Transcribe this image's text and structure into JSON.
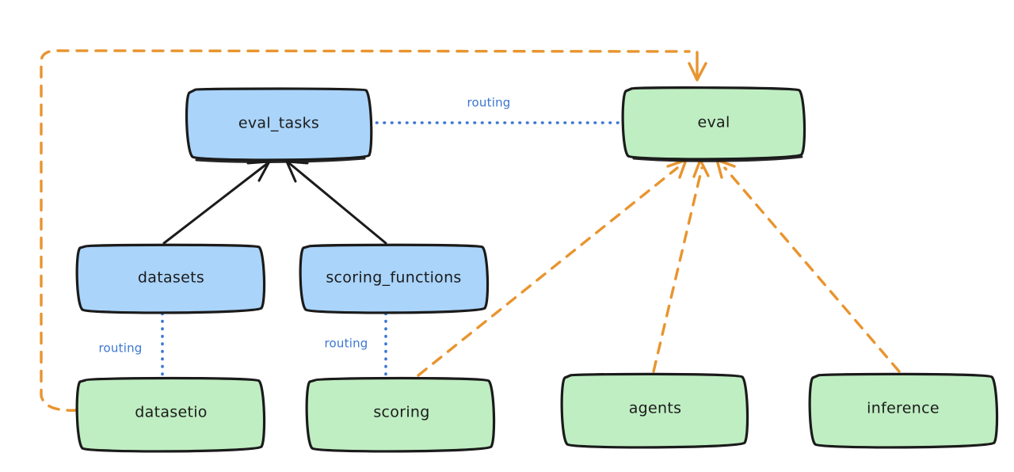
{
  "diagram": {
    "type": "flowchart",
    "title": "",
    "background_color": "#ffffff",
    "palette": {
      "api_node_fill": "#aad4fa",
      "provider_node_fill": "#bfeec2",
      "node_stroke": "#1b1b1b",
      "routing_edge": "#3b76d1",
      "dependency_edge": "#e8952f",
      "label_text": "#1b1b1b"
    },
    "nodes": [
      {
        "id": "eval_tasks",
        "label": "eval_tasks",
        "kind": "api",
        "color": "#aad4fa"
      },
      {
        "id": "eval",
        "label": "eval",
        "kind": "provider",
        "color": "#bfeec2"
      },
      {
        "id": "datasets",
        "label": "datasets",
        "kind": "api",
        "color": "#aad4fa"
      },
      {
        "id": "scoring_functions",
        "label": "scoring_functions",
        "kind": "api",
        "color": "#aad4fa"
      },
      {
        "id": "datasetio",
        "label": "datasetio",
        "kind": "provider",
        "color": "#bfeec2"
      },
      {
        "id": "scoring",
        "label": "scoring",
        "kind": "provider",
        "color": "#bfeec2"
      },
      {
        "id": "agents",
        "label": "agents",
        "kind": "provider",
        "color": "#bfeec2"
      },
      {
        "id": "inference",
        "label": "inference",
        "kind": "provider",
        "color": "#bfeec2"
      }
    ],
    "edges": [
      {
        "from": "eval_tasks",
        "to": "eval",
        "label": "routing",
        "style": "dotted",
        "color": "#3b76d1",
        "arrow": false
      },
      {
        "from": "datasets",
        "to": "datasetio",
        "label": "routing",
        "style": "dotted",
        "color": "#3b76d1",
        "arrow": false
      },
      {
        "from": "scoring_functions",
        "to": "scoring",
        "label": "routing",
        "style": "dotted",
        "color": "#3b76d1",
        "arrow": false
      },
      {
        "from": "datasets",
        "to": "eval_tasks",
        "label": "",
        "style": "solid",
        "color": "#1b1b1b",
        "arrow": true
      },
      {
        "from": "scoring_functions",
        "to": "eval_tasks",
        "label": "",
        "style": "solid",
        "color": "#1b1b1b",
        "arrow": true
      },
      {
        "from": "datasetio",
        "to": "eval",
        "label": "",
        "style": "dashed",
        "color": "#e8952f",
        "arrow": true
      },
      {
        "from": "scoring",
        "to": "eval",
        "label": "",
        "style": "dashed",
        "color": "#e8952f",
        "arrow": true
      },
      {
        "from": "agents",
        "to": "eval",
        "label": "",
        "style": "dashed",
        "color": "#e8952f",
        "arrow": true
      },
      {
        "from": "inference",
        "to": "eval",
        "label": "",
        "style": "dashed",
        "color": "#e8952f",
        "arrow": true
      }
    ],
    "edge_labels": {
      "eval_tasks_to_eval": "routing",
      "datasets_to_datasetio": "routing",
      "scoring_functions_to_scoring": "routing"
    }
  }
}
